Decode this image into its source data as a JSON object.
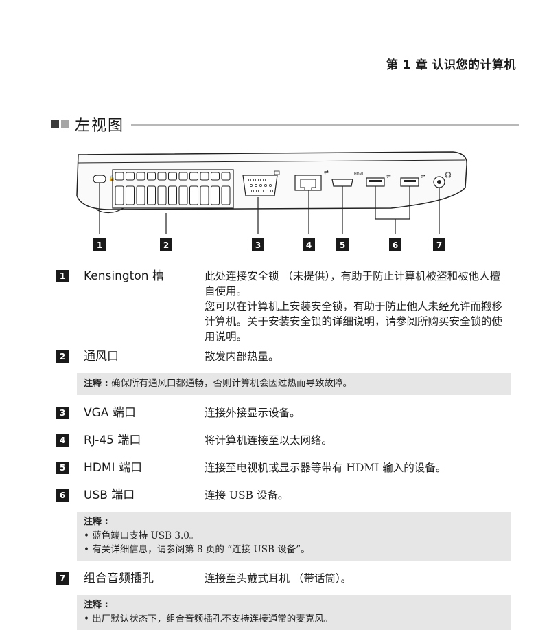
{
  "chapter": "第 1 章 认识您的计算机",
  "section_title": "左视图",
  "diagram": {
    "port_labels": [
      "HDMI"
    ],
    "callouts": [
      "1",
      "2",
      "3",
      "4",
      "5",
      "6",
      "7"
    ]
  },
  "items": [
    {
      "num": "1",
      "name": "Kensington 槽",
      "desc": [
        "此处连接安全锁 （未提供），有助于防止计算机被盗和被他人擅自使用。",
        "您可以在计算机上安装安全锁，有助于防止他人未经允许而搬移计算机。关于安装安全锁的详细说明，请参阅所购买安全锁的使用说明。"
      ]
    },
    {
      "num": "2",
      "name": "通风口",
      "desc": [
        "散发内部热量。"
      ]
    },
    {
      "num": "3",
      "name": "VGA 端口",
      "desc": [
        "连接外接显示设备。"
      ]
    },
    {
      "num": "4",
      "name": "RJ-45 端口",
      "desc": [
        "将计算机连接至以太网络。"
      ]
    },
    {
      "num": "5",
      "name": "HDMI 端口",
      "desc": [
        "连接至电视机或显示器等带有 HDMI 输入的设备。"
      ]
    },
    {
      "num": "6",
      "name": "USB 端口",
      "desc": [
        "连接 USB 设备。"
      ]
    },
    {
      "num": "7",
      "name": "组合音频插孔",
      "desc": [
        "连接至头戴式耳机 （带话筒）。"
      ]
    }
  ],
  "notes": {
    "vent": {
      "label": "注释 :",
      "text": "确保所有通风口都通畅，否则计算机会因过热而导致故障。"
    },
    "usb": {
      "label": "注释 :",
      "items": [
        "蓝色端口支持 USB 3.0。",
        "有关详细信息，请参阅第 8 页的 “连接 USB 设备”。"
      ]
    },
    "audio": {
      "label": "注释 :",
      "items": [
        "出厂默认状态下，组合音频插孔不支持连接通常的麦克风。"
      ]
    }
  }
}
